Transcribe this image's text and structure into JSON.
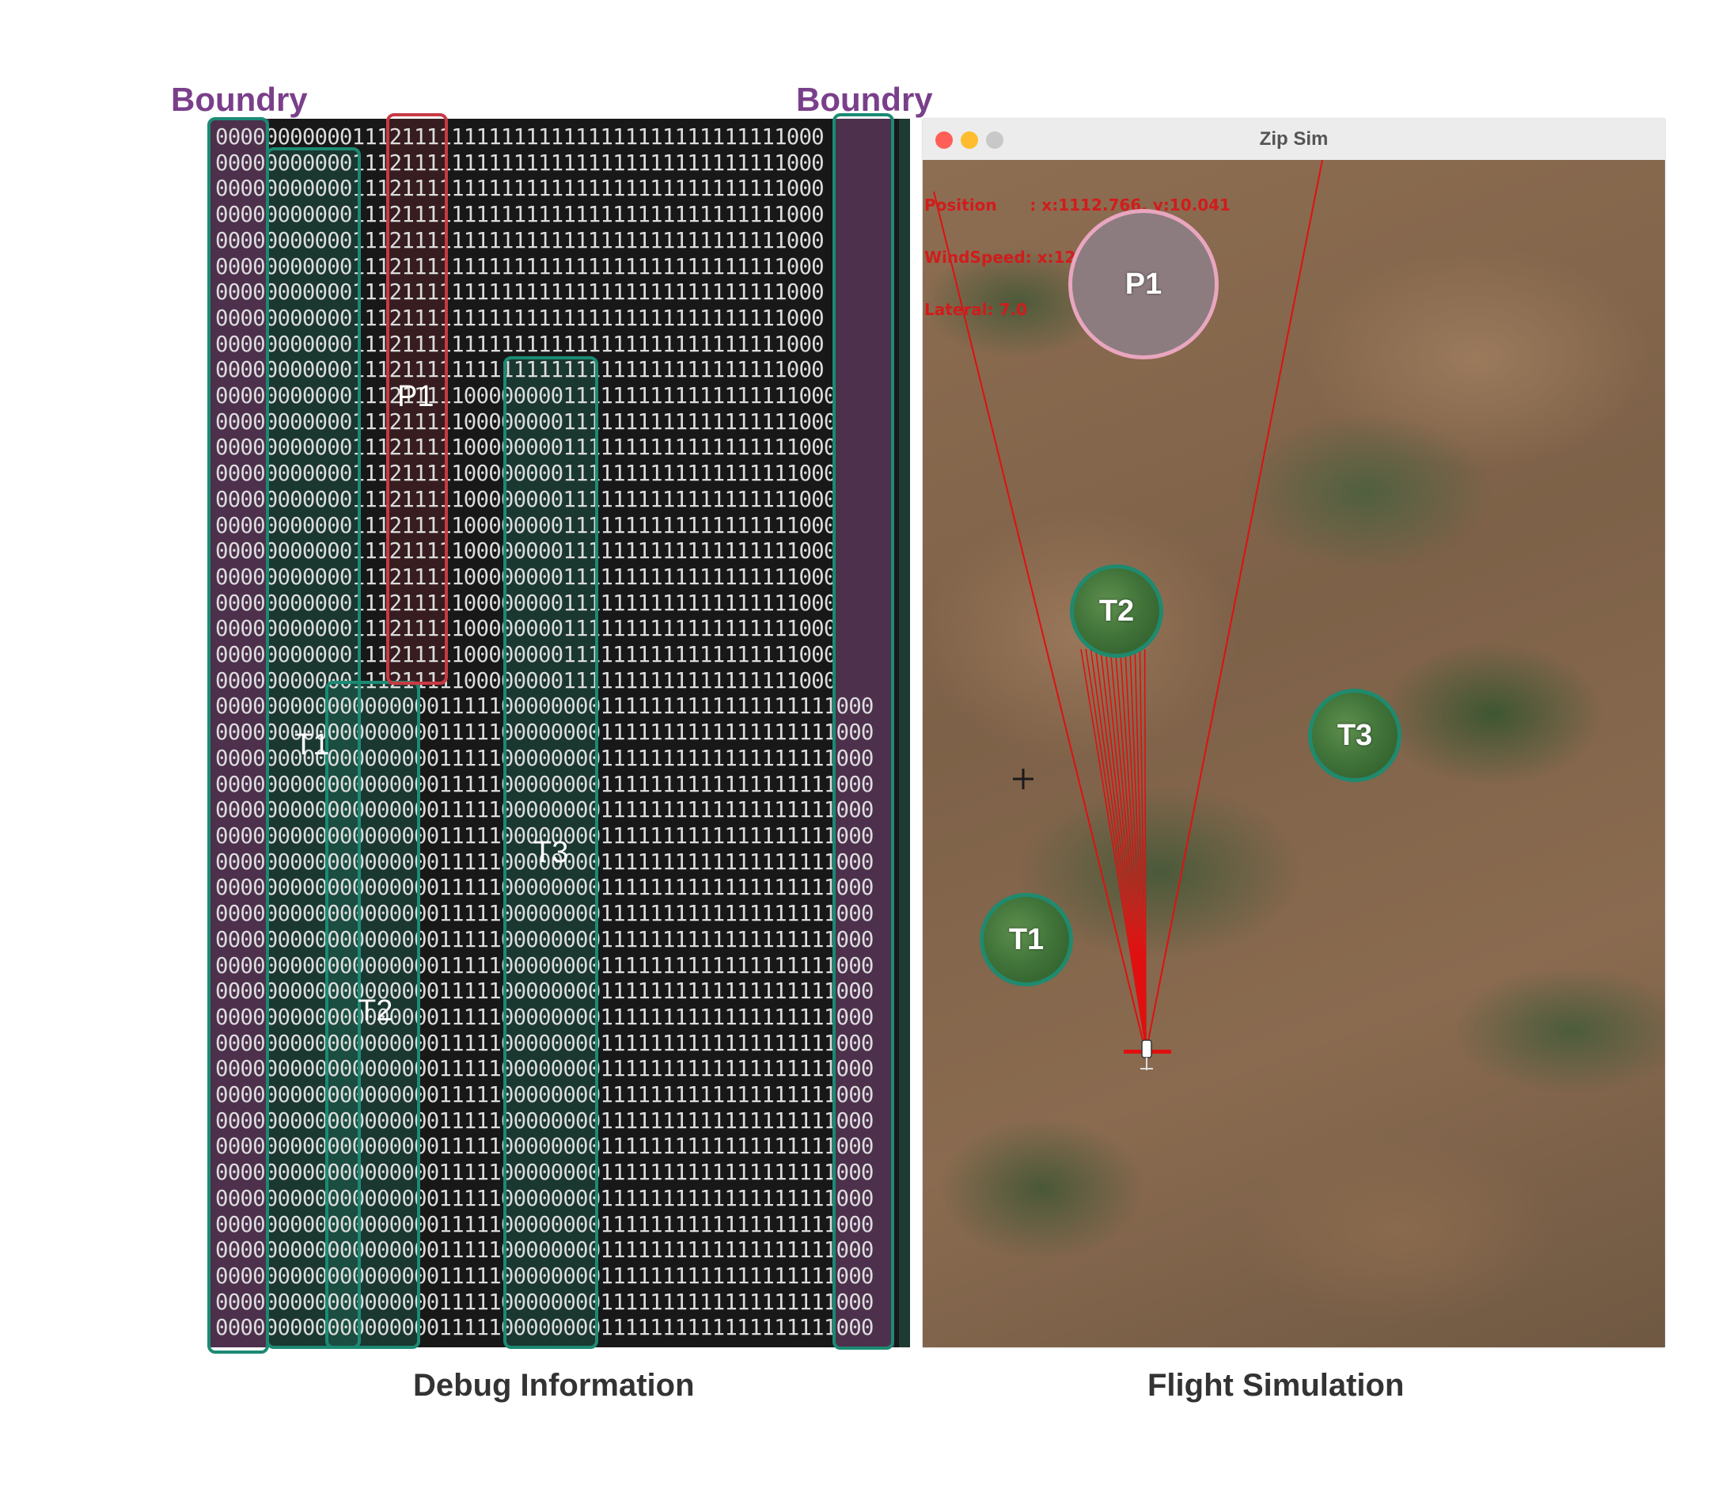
{
  "labels": {
    "boundry_left": "Boundry",
    "boundry_right": "Boundry",
    "caption_debug": "Debug Information",
    "caption_sim": "Flight Simulation"
  },
  "debug": {
    "rows_top": "0000000000011121111111111111111111111111111111000",
    "rows_p1_t3": "00000000000111211111000000001111111111111111111000",
    "rows_t2_t3": "00000000000000000011111000000001111111111111111111000",
    "boxes": {
      "p1": "P1",
      "t1": "T1",
      "t2": "T2",
      "t3": "T3"
    }
  },
  "sim": {
    "window_title": "Zip Sim",
    "hud": {
      "position": "Position      : x:1112.766, y:10.041",
      "windspeed": "WindSpeed: x:12.147, y:9.762",
      "lateral": "Lateral: 7.0"
    },
    "markers": {
      "p1": "P1",
      "t1": "T1",
      "t2": "T2",
      "t3": "T3"
    }
  },
  "colors": {
    "boundary_purple": "#7a3f8a",
    "tree_green": "#1f8a6e",
    "pad_pink": "#e9a6bf",
    "ray_red": "#e01010",
    "highlight_red": "#c73a44"
  }
}
